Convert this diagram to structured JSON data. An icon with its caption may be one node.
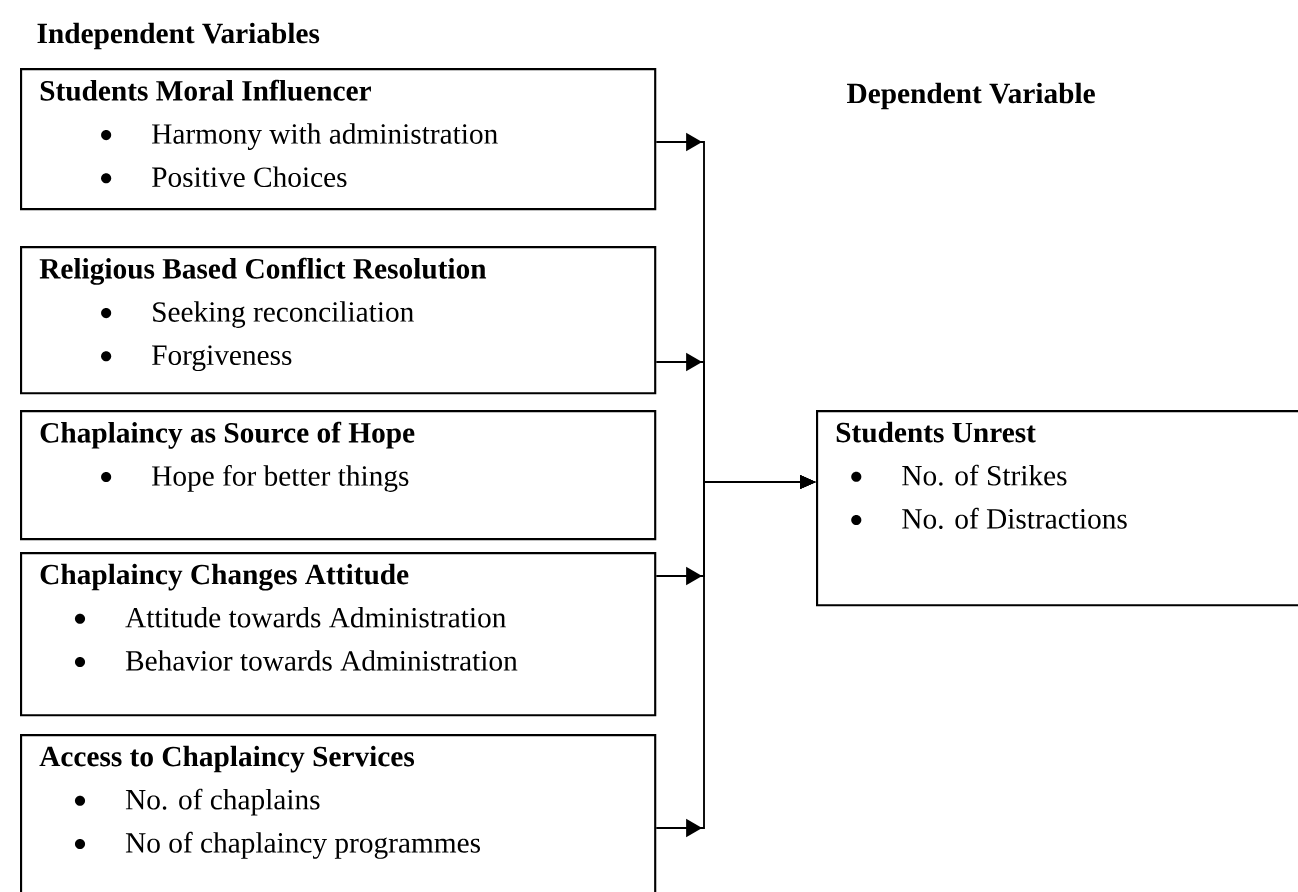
{
  "diagram": {
    "nodes": [
      {
        "text": [
          "Students Moral Influencer",
          "Harmony with administration",
          "Positive Choices"
        ]
      },
      {
        "text": [
          "Religious Based Conflict Resolution",
          "Seeking reconciliation",
          "Forgiveness"
        ]
      },
      {
        "text": [
          "Chaplaincy as Source of Hope",
          "Hope for better things"
        ]
      },
      {
        "text": [
          "Chaplaincy Changes Attitude",
          "Attitude towards Administration",
          "Behavior towards Administration"
        ]
      },
      {
        "text": [
          "Access to Chaplaincy Services",
          "No. of chaplains",
          "No of chaplaincy programmes"
        ]
      },
      {
        "text": [
          "Students Unrest",
          "No. of Strikes",
          "No. of Distractions"
        ]
      }
    ],
    "edges": [
      {
        "from": 0,
        "to": 5,
        "arrow": "to"
      },
      {
        "from": 1,
        "to": 5,
        "arrow": "to"
      },
      {
        "from": 3,
        "to": 5,
        "arrow": "to"
      },
      {
        "from": 4,
        "to": 5,
        "arrow": "to"
      }
    ],
    "labels": [
      "Independent Variables",
      "Dependent Variable"
    ]
  }
}
